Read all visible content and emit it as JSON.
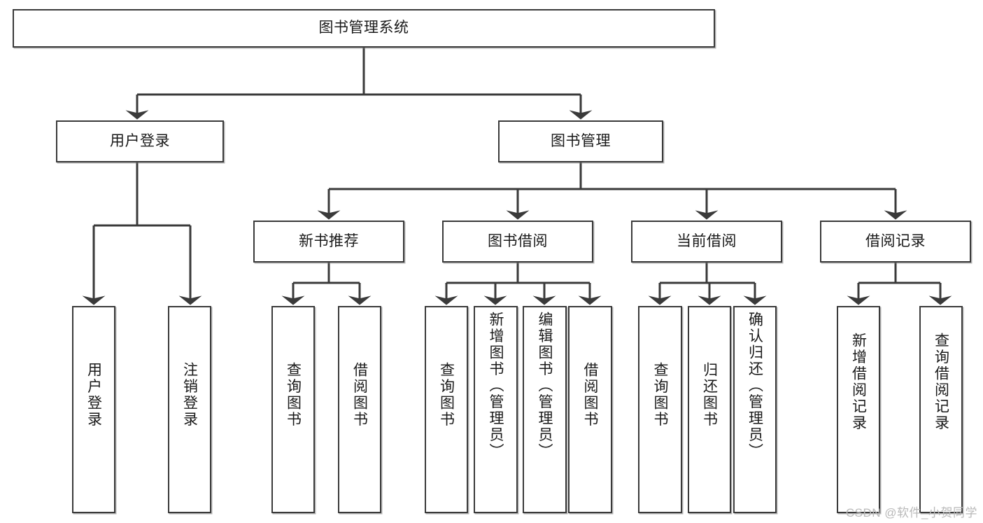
{
  "diagram": {
    "type": "tree-hierarchy-chart",
    "title": "图书管理系统",
    "stroke_color": "#3a3a3a",
    "background_color": "#ffffff",
    "text_color": "#1a1a1a",
    "nodes": {
      "root": {
        "label": "图书管理系统"
      },
      "level2": [
        {
          "id": "user-login",
          "label": "用户登录"
        },
        {
          "id": "book-manage",
          "label": "图书管理"
        }
      ],
      "level3": [
        {
          "id": "new-book-recommend",
          "label": "新书推荐"
        },
        {
          "id": "book-borrow",
          "label": "图书借阅"
        },
        {
          "id": "current-borrow",
          "label": "当前借阅"
        },
        {
          "id": "borrow-record",
          "label": "借阅记录"
        }
      ],
      "leaves": {
        "user-login": [
          {
            "id": "leaf-user-login",
            "label": "用户登录"
          },
          {
            "id": "leaf-user-logout",
            "label": "注销登录"
          }
        ],
        "new-book-recommend": [
          {
            "id": "leaf-query-book-1",
            "label": "查询图书"
          },
          {
            "id": "leaf-borrow-book-1",
            "label": "借阅图书"
          }
        ],
        "book-borrow": [
          {
            "id": "leaf-query-book-2",
            "label": "查询图书"
          },
          {
            "id": "leaf-add-book",
            "label": "新增图书（管理员）"
          },
          {
            "id": "leaf-edit-book",
            "label": "编辑图书（管理员）"
          },
          {
            "id": "leaf-borrow-book-2",
            "label": "借阅图书"
          }
        ],
        "current-borrow": [
          {
            "id": "leaf-query-book-3",
            "label": "查询图书"
          },
          {
            "id": "leaf-return-book",
            "label": "归还图书"
          },
          {
            "id": "leaf-confirm-return",
            "label": "确认归还（管理员）"
          }
        ],
        "borrow-record": [
          {
            "id": "leaf-add-record",
            "label": "新增借阅记录"
          },
          {
            "id": "leaf-query-record",
            "label": "查询借阅记录"
          }
        ]
      }
    }
  },
  "watermark": {
    "text": "CSDN @软件_小贺同学"
  }
}
